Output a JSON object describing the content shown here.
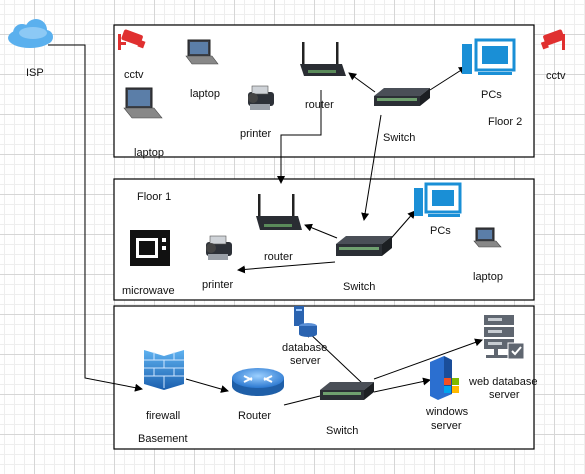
{
  "labels": {
    "isp": "ISP",
    "cctv_left": "cctv",
    "cctv_right": "cctv",
    "laptop_f2a": "laptop",
    "laptop_f2b": "laptop",
    "printer_f2": "printer",
    "router_f2": "router",
    "switch_f2": "Switch",
    "pcs_f2": "PCs",
    "floor2": "Floor 2",
    "floor1": "Floor 1",
    "microwave": "microwave",
    "printer_f1": "printer",
    "router_f1": "router",
    "switch_f1": "Switch",
    "pcs_f1": "PCs",
    "laptop_f1": "laptop",
    "db_server_1": "database",
    "db_server_2": "server",
    "web_db_1": "web database",
    "web_db_2": "server",
    "firewall": "firewall",
    "router_b": "Router",
    "switch_b": "Switch",
    "windows_1": "windows",
    "windows_2": "server",
    "basement": "Basement"
  },
  "icons": [
    "cloud-icon",
    "cctv-camera-icon",
    "laptop-icon",
    "printer-icon",
    "router-icon",
    "switch-icon",
    "pc-icon",
    "microwave-icon",
    "database-server-icon",
    "server-rack-icon",
    "firewall-icon",
    "windows-server-icon"
  ],
  "colors": {
    "cctv": "#e03030",
    "pc_blue": "#1a8fd6",
    "cloud": "#4aa3e0",
    "firewall": "#2e7fd0",
    "router_b": "#3a8ee0"
  }
}
